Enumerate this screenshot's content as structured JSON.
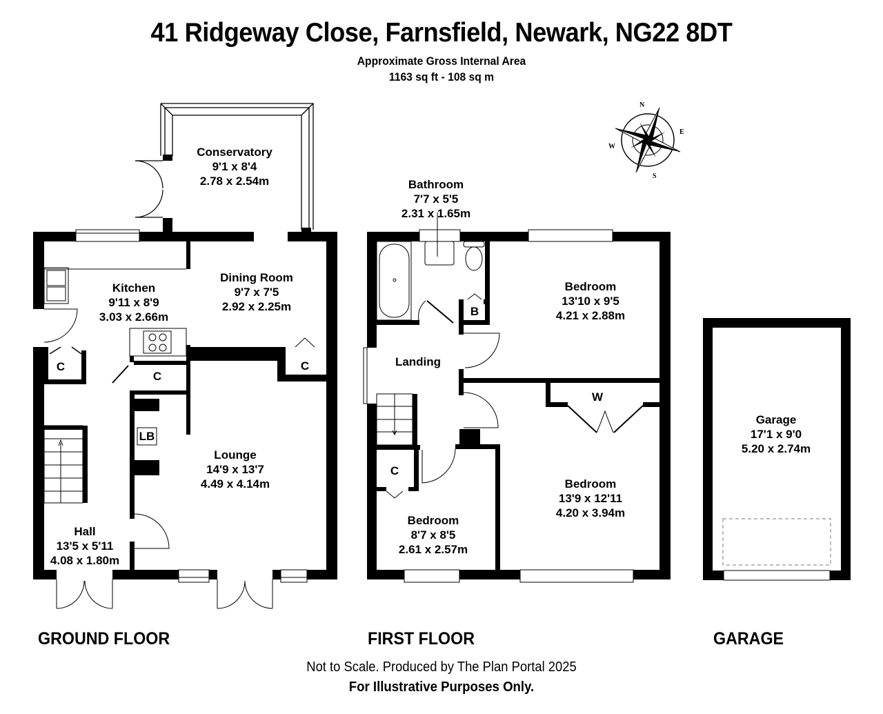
{
  "header": {
    "title": "41 Ridgeway Close, Farnsfield, Newark, NG22 8DT",
    "area_label": "Approximate Gross Internal Area",
    "area_value": "1163 sq ft - 108 sq m"
  },
  "compass": {
    "n": "N",
    "e": "E",
    "s": "S",
    "w": "W"
  },
  "ground_floor": {
    "label": "GROUND FLOOR",
    "rooms": [
      {
        "name": "Conservatory",
        "imperial": "9'1 x 8'4",
        "metric": "2.78 x 2.54m"
      },
      {
        "name": "Dining Room",
        "imperial": "9'7 x 7'5",
        "metric": "2.92 x 2.25m"
      },
      {
        "name": "Kitchen",
        "imperial": "9'11 x 8'9",
        "metric": "3.03 x 2.66m"
      },
      {
        "name": "Lounge",
        "imperial": "14'9 x 13'7",
        "metric": "4.49 x 4.14m"
      },
      {
        "name": "Hall",
        "imperial": "13'5 x 5'11",
        "metric": "4.08 x 1.80m"
      }
    ],
    "cupboards": [
      "C",
      "C",
      "C"
    ],
    "log_burner": "LB"
  },
  "first_floor": {
    "label": "FIRST FLOOR",
    "rooms": [
      {
        "name": "Bathroom",
        "imperial": "7'7 x 5'5",
        "metric": "2.31 x 1.65m"
      },
      {
        "name": "Bedroom",
        "imperial": "13'10 x 9'5",
        "metric": "4.21 x 2.88m"
      },
      {
        "name": "Landing"
      },
      {
        "name": "Bedroom",
        "imperial": "13'9 x 12'11",
        "metric": "4.20 x 3.94m"
      },
      {
        "name": "Bedroom",
        "imperial": "8'7 x 8'5",
        "metric": "2.61 x 2.57m"
      }
    ],
    "boiler": "B",
    "wardrobe": "W",
    "cupboard": "C"
  },
  "garage": {
    "label": "GARAGE",
    "room": {
      "name": "Garage",
      "imperial": "17'1 x 9'0",
      "metric": "5.20 x 2.74m"
    }
  },
  "footer": {
    "disclaimer": "Not to Scale. Produced by The Plan Portal 2025",
    "note": "For Illustrative Purposes Only."
  }
}
